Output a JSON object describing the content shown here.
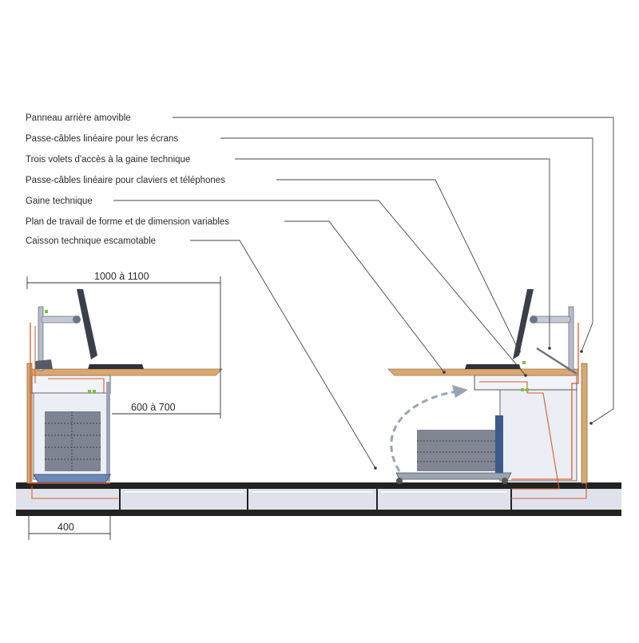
{
  "labels": [
    "Panneau arrière amovible",
    "Passe-câbles linéaire pour les écrans",
    "Trois volets d'accès à la gaine technique",
    "Passe-câbles linéaire pour claviers et téléphones",
    "Gaine technique",
    "Plan de travail de forme et de dimension variables",
    "Caisson technique escamotable"
  ],
  "dimensions": {
    "desk_width": "1000 à 1100",
    "knee_depth": "600 à 700",
    "caisson_depth": "400"
  },
  "colors": {
    "line": "#333333",
    "cable": "#e05a2a",
    "green": "#7cc040",
    "desk": "#d9a870",
    "floor": "#222222",
    "tile": "#dfe2ea",
    "panel": "#eceef5",
    "metal": "#8a94a8",
    "arrow": "#9aa3b3"
  }
}
